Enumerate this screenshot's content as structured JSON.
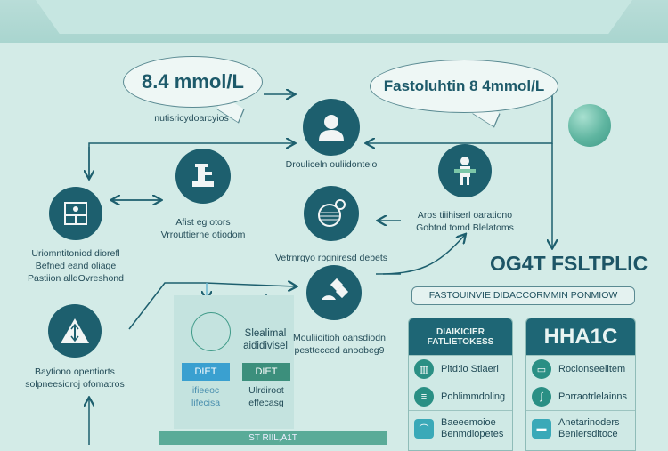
{
  "bubble_left": {
    "value": "8.4 mmol/L",
    "caption": "nutisricydoarcyios"
  },
  "bubble_right": {
    "value": "Fastoluhtin 8 4mmol/L"
  },
  "nodes": {
    "person": "Drouliceln ouliidonteio",
    "kiosk": [
      "Afist eg otors",
      "Vrrouttierne otiodom"
    ],
    "monitor": [
      "Uriomntitoniod diorefl",
      "Befned eand oliage",
      "Pastiion alldOvreshond"
    ],
    "patient": [
      "Aros tiiihiserl oarationo",
      "Gobtnd tomd Blelatoms"
    ],
    "plate": "Vetrnrgyo rbgniresd debets",
    "pills": "",
    "warning": [
      "Baytiono opentiorts",
      "solpneesioroj ofomatros"
    ]
  },
  "panel": {
    "side_text": [
      "Slealimal",
      "aididivisel"
    ],
    "right_text": [
      "Mouliioitioh oansdiodn",
      "pestteceed anoobeg9"
    ],
    "diet_boxes": [
      {
        "label": "DIET",
        "sub": [
          "ifieeoc",
          "lifecisa"
        ],
        "color": "#3aa0d0"
      },
      {
        "label": "DIET",
        "sub": [
          "Ulrdiroot",
          "effecasg"
        ],
        "color": "#3c8f7c"
      }
    ],
    "bottom_bar": "ST RIIL,A1T"
  },
  "ogtt_title": "OG4T FSLTPLIC",
  "ogtt_box": "FASTOUINVIE DIDACCORMMIN PONMIOW",
  "cards": [
    {
      "title": [
        "DIAIKICIER",
        "FATLIETOKESS"
      ],
      "rows": [
        "Pltd:io Stiaerl",
        "Pohlimmdoling",
        "Baeeemoioe|Benmdiopetes"
      ]
    },
    {
      "title": [
        "HHA1C"
      ],
      "rows": [
        "Rocionseelitem",
        "Porraotrlelainns",
        "Anetarinoders|Benlersditoce"
      ]
    }
  ],
  "colors": {
    "accent": "#1d5f6e",
    "background": "#d3ebe7",
    "sphere": "#5fb5a0"
  }
}
